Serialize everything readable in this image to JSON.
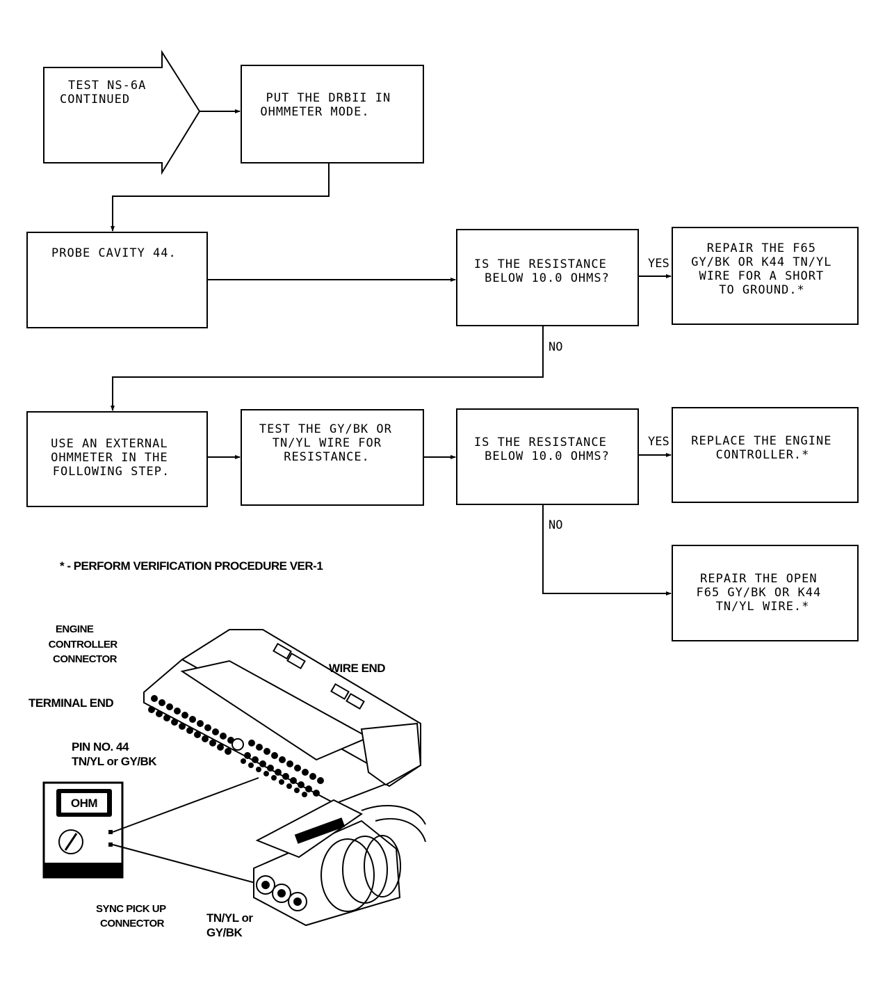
{
  "flowchart": {
    "start": {
      "lines": [
        "TEST NS-6A",
        "CONTINUED"
      ]
    },
    "step_drb": {
      "lines": [
        "PUT THE DRBII IN",
        "OHMMETER MODE."
      ]
    },
    "step_probe": {
      "lines": [
        "PROBE CAVITY 44."
      ]
    },
    "decision_1": {
      "lines": [
        "IS THE RESISTANCE",
        "BELOW 10.0 OHMS?"
      ]
    },
    "result_short": {
      "lines": [
        "REPAIR THE F65",
        "GY/BK OR K44 TN/YL",
        "WIRE FOR A SHORT",
        "TO GROUND.*"
      ]
    },
    "step_external": {
      "lines": [
        "USE AN EXTERNAL",
        "OHMMETER IN THE",
        "FOLLOWING STEP."
      ]
    },
    "step_test_wire": {
      "lines": [
        "TEST THE GY/BK OR",
        "TN/YL WIRE FOR",
        "RESISTANCE."
      ]
    },
    "decision_2": {
      "lines": [
        "IS THE RESISTANCE",
        "BELOW 10.0 OHMS?"
      ]
    },
    "result_replace": {
      "lines": [
        "REPLACE THE ENGINE",
        "CONTROLLER.*"
      ]
    },
    "result_open": {
      "lines": [
        "REPAIR THE OPEN",
        "F65 GY/BK OR K44",
        "TN/YL WIRE.*"
      ]
    },
    "yes_label": "YES",
    "no_label": "NO",
    "footnote": "* - PERFORM VERIFICATION PROCEDURE VER-1"
  },
  "illustration": {
    "engine_connector_label": [
      "ENGINE",
      "CONTROLLER",
      "CONNECTOR"
    ],
    "wire_end_label": "WIRE END",
    "terminal_end_label": "TERMINAL END",
    "pin_label": [
      "PIN NO. 44",
      "TN/YL or GY/BK"
    ],
    "meter_display": "OHM",
    "sync_connector_label": [
      "SYNC PICK UP",
      "CONNECTOR"
    ],
    "sync_wire_label": [
      "TN/YL or",
      "GY/BK"
    ]
  }
}
